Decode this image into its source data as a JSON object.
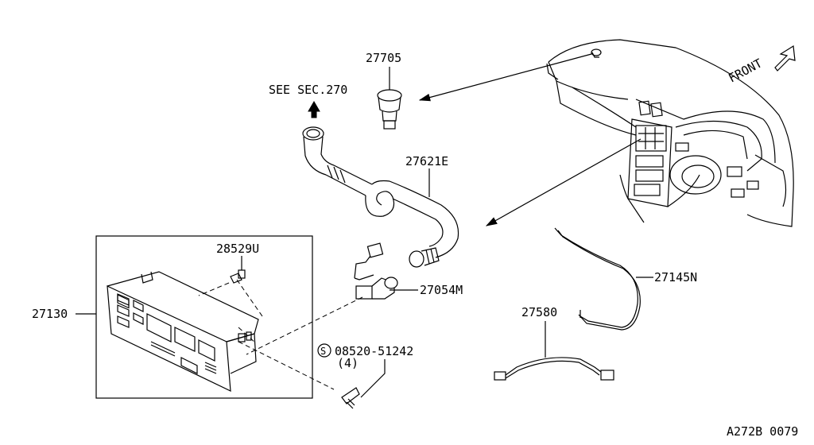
{
  "diagram": {
    "labels": {
      "p27705": "27705",
      "see_sec": "SEE SEC.270",
      "p27621e": "27621E",
      "p28529u": "28529U",
      "p27130": "27130",
      "p27054m": "27054M",
      "bolt_symbol": "S",
      "bolt_part": "08520-51242",
      "bolt_qty": "(4)",
      "p27145n": "27145N",
      "p27580": "27580",
      "front": "FRONT",
      "figure_code": "A272B 0079"
    }
  }
}
